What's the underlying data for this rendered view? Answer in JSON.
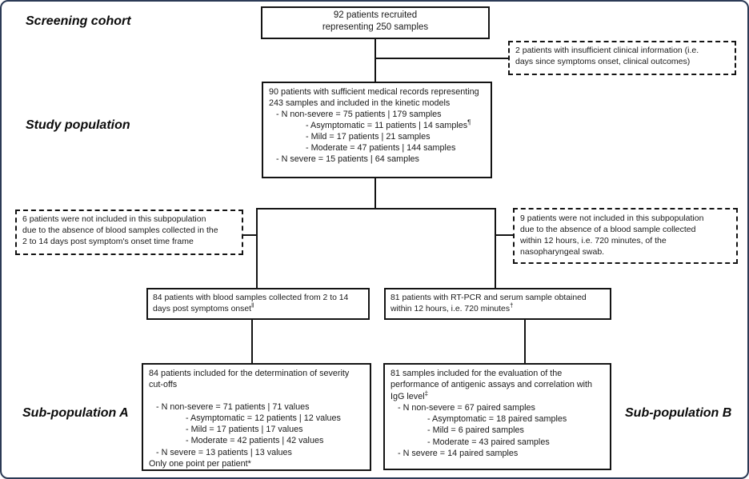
{
  "colors": {
    "frame_border": "#2b3a55",
    "box_border": "#141414",
    "text": "#1a1a1a"
  },
  "section_labels": {
    "screening": "Screening cohort",
    "study": "Study population",
    "sub_a": "Sub-population A",
    "sub_b": "Sub-population B"
  },
  "boxes": {
    "recruited": {
      "line1": "92 patients recruited",
      "line2": "representing 250 samples"
    },
    "insufficient_info": {
      "lines": [
        "2 patients with insufficient clinical information (i.e.",
        "days since symptoms onset, clinical outcomes)"
      ]
    },
    "study_population": {
      "intro": "90 patients with sufficient medical records representing 243 samples and included in the kinetic models",
      "bullets": [
        {
          "level": 1,
          "text": "- N non-severe = 75 patients | 179 samples"
        },
        {
          "level": 2,
          "text": "- Asymptomatic = 11 patients | 14 samples",
          "sup": "¶"
        },
        {
          "level": 2,
          "text": "- Mild = 17 patients | 21 samples"
        },
        {
          "level": 2,
          "text": "- Moderate = 47 patients | 144 samples"
        },
        {
          "level": 1,
          "text": "- N severe = 15 patients | 64 samples"
        }
      ]
    },
    "excluded_a": {
      "lines": [
        "6 patients were not included in this subpopulation",
        "due to the absence of blood samples collected in the",
        "2 to 14 days post symptom's onset time frame"
      ]
    },
    "excluded_b": {
      "lines": [
        "9 patients were not included in this subpopulation",
        "due to the absence of a blood sample collected",
        "within 12 hours, i.e. 720 minutes, of the",
        "nasopharyngeal swab."
      ]
    },
    "blood_samples": {
      "line1": "84 patients with blood samples collected from 2 to 14",
      "line2": "days post symptoms onset",
      "sup": "‖"
    },
    "rtpcr_serum": {
      "line1": "81 patients with RT-PCR and serum sample obtained",
      "line2": "within 12 hours, i.e. 720 minutes",
      "sup": "†"
    },
    "subpopulation_a": {
      "intro": "84 patients included for the determination of severity cut-offs",
      "bullets": [
        {
          "level": 1,
          "text": "- N non-severe = 71 patients | 71 values"
        },
        {
          "level": 2,
          "text": "- Asymptomatic = 12 patients | 12 values"
        },
        {
          "level": 2,
          "text": "- Mild = 17 patients | 17 values"
        },
        {
          "level": 2,
          "text": "- Moderate = 42 patients | 42 values"
        },
        {
          "level": 1,
          "text": "- N severe = 13 patients | 13 values"
        }
      ],
      "footer": "Only one point per patient*"
    },
    "subpopulation_b": {
      "intro": "81 samples included for the evaluation of the performance of antigenic assays and correlation with IgG level",
      "intro_sup": "‡",
      "bullets": [
        {
          "level": 1,
          "text": "- N non-severe = 67 paired samples"
        },
        {
          "level": 2,
          "text": "- Asymptomatic = 18 paired samples"
        },
        {
          "level": 2,
          "text": "- Mild = 6 paired samples"
        },
        {
          "level": 2,
          "text": "- Moderate = 43 paired samples"
        },
        {
          "level": 1,
          "text": "- N severe = 14 paired samples"
        }
      ]
    }
  }
}
